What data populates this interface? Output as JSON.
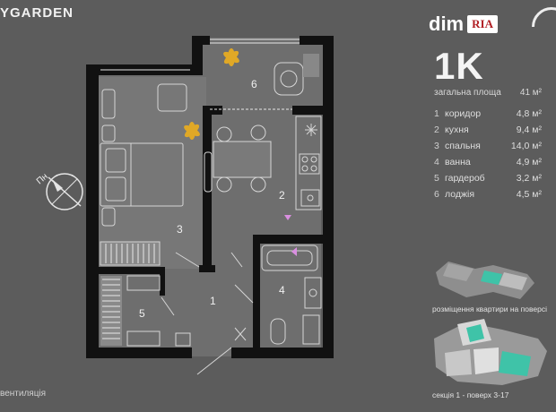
{
  "brand": "YGARDEN",
  "watermark": {
    "dim": "dim",
    "ria": "RIA"
  },
  "apartment": {
    "type": "1K",
    "total_area_label": "загальна площа",
    "total_area_value": "41 м²"
  },
  "rooms": [
    {
      "num": "1",
      "name": "коридор",
      "area": "4,8 м²"
    },
    {
      "num": "2",
      "name": "кухня",
      "area": "9,4 м²"
    },
    {
      "num": "3",
      "name": "спальня",
      "area": "14,0 м²"
    },
    {
      "num": "4",
      "name": "ванна",
      "area": "4,9 м²"
    },
    {
      "num": "5",
      "name": "гардероб",
      "area": "3,2 м²"
    },
    {
      "num": "6",
      "name": "лоджія",
      "area": "4,5 м²"
    }
  ],
  "plan_labels": {
    "r1": "1",
    "r2": "2",
    "r3": "3",
    "r4": "4",
    "r5": "5",
    "r6": "6"
  },
  "compass": "Пн",
  "floor_caption": "розміщення квартири на поверсі",
  "section_caption": "секція 1 - поверх 3-17",
  "vent_label": "вентиляція",
  "colors": {
    "background": "#5c5c5c",
    "walls": "#111111",
    "floor": "#6e6e6e",
    "accent": "#d98fe0",
    "plant": "#e0a826",
    "highlight": "#3fc3a8"
  }
}
